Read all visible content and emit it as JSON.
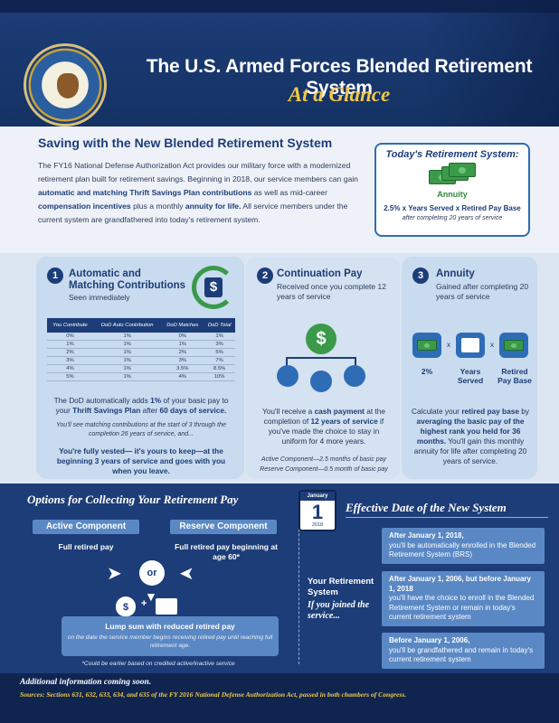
{
  "header": {
    "title": "The U.S. Armed Forces Blended Retirement System",
    "subtitle": "At a Glance"
  },
  "intro": {
    "heading": "Saving with the New Blended Retirement System",
    "body_1": "The FY16 National Defense Authorization Act provides our military force with a modernized retirement plan built for retirement savings. Beginning in 2018, our service members can gain ",
    "body_bold_1": "automatic and matching Thrift Savings Plan contributions",
    "body_2": " as well as mid-career ",
    "body_bold_2": "compensation incentives",
    "body_3": " plus a monthly ",
    "body_bold_3": "annuity for life.",
    "body_4": " All service members under the current system are grandfathered into today's retirement system."
  },
  "today": {
    "title": "Today's Retirement System:",
    "annuity_label": "Annuity",
    "formula": "2.5% x Years Served x Retired Pay Base",
    "note": "after completing 20 years of service"
  },
  "benefit1": {
    "number": "1",
    "heading": "Automatic and Matching Contributions",
    "sub": "Seen immediately",
    "table": {
      "headers": [
        "You Contribute",
        "DoD Auto Contribution",
        "DoD Matches",
        "DoD Total"
      ],
      "rows": [
        [
          "0%",
          "1%",
          "0%",
          "1%"
        ],
        [
          "1%",
          "1%",
          "1%",
          "3%"
        ],
        [
          "2%",
          "1%",
          "2%",
          "5%"
        ],
        [
          "3%",
          "1%",
          "3%",
          "7%"
        ],
        [
          "4%",
          "1%",
          "3.5%",
          "8.5%"
        ],
        [
          "5%",
          "1%",
          "4%",
          "10%"
        ]
      ]
    },
    "text_a": "The DoD automatically adds ",
    "text_a_b1": "1%",
    "text_a2": " of your basic pay to your ",
    "text_a_b2": "Thrift Savings Plan",
    "text_a3": " after ",
    "text_a_b3": "60 days of service.",
    "note": "You'll see matching contributions at the start of 3 through the completion 26 years of service, and...",
    "vested": "You're fully vested— it's yours to keep—at the beginning 3 years of service and goes with you when you leave."
  },
  "benefit2": {
    "number": "2",
    "heading": "Continuation Pay",
    "sub": "Received once you complete 12 years of service",
    "text_1": "You'll receive a ",
    "text_b1": "cash payment",
    "text_2": " at the completion of ",
    "text_b2": "12 years of service",
    "text_3": " if you've made the choice to stay in uniform for 4 more years.",
    "active": "Active Component—2.5 months of basic pay",
    "reserve": "Reserve Component—0.5 month of basic pay"
  },
  "benefit3": {
    "number": "3",
    "heading": "Annuity",
    "sub": "Gained after completing 20 years of service",
    "label_pct": "2%",
    "label_years": "Years Served",
    "label_base": "Retired Pay Base",
    "x1": "x",
    "x2": "x",
    "text_1": "Calculate your ",
    "text_b1": "retired pay base",
    "text_2": " by ",
    "text_b2": "averaging the basic pay of the highest rank you held for 36 months.",
    "text_3": " You'll gain this monthly annuity for life after completing 20 years of service."
  },
  "options": {
    "heading": "Options for Collecting Your Retirement Pay",
    "active_pill": "Active Component",
    "reserve_pill": "Reserve Component",
    "active_text": "Full retired pay",
    "reserve_text": "Full retired pay beginning at age 60*",
    "or": "or",
    "plus": "+",
    "lump_label": "Lump sum with reduced retired pay",
    "lump_note": "on the date the service member begins receiving retired pay until reaching full retirement age.",
    "footnote": "*Could be earlier based on credited active/inactive service"
  },
  "effective": {
    "heading": "Effective Date of the New System",
    "cal_month": "January",
    "cal_day": "1",
    "cal_year": "2018",
    "label": "Your Retirement System",
    "sub": "If you joined the service...",
    "box1_b": "After January 1, 2018,",
    "box1": "you'll be automatically enrolled in the Blended Retirement System (BRS)",
    "box2_b": "After January 1, 2006, but before January 1, 2018",
    "box2": "you'll have the choice to enroll in the Blended Retirement System or remain in today's current retirement system",
    "box3_b": "Before January 1, 2006,",
    "box3": "you'll be grandfathered and remain in today's current retirement system"
  },
  "footer": {
    "line1": "Additional information coming soon.",
    "line2": "Sources: Sections 631, 632, 633, 634, and 635 of the FY 2016 National Defense Authorization Act, passed in both chambers of Congress."
  },
  "colors": {
    "navy": "#1d3d78",
    "gold": "#f1c84b",
    "green": "#3a9a4a",
    "panel": "#c9dbee"
  }
}
